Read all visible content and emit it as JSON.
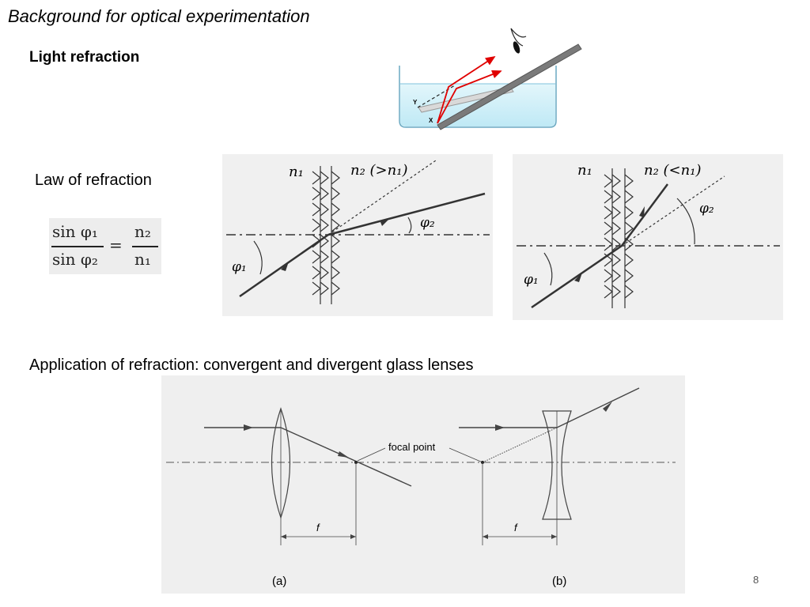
{
  "slide": {
    "title": "Background for optical experimentation",
    "subtitle": "Light refraction",
    "law_heading": "Law of refraction",
    "application_heading": "Application of refraction: convergent and divergent glass lenses",
    "page_number": "8"
  },
  "formula": {
    "numerator_left": "sin φ₁",
    "denominator_left": "sin φ₂",
    "equals": "=",
    "numerator_right": "n₂",
    "denominator_right": "n₁"
  },
  "tank_figure": {
    "label_y": "Y",
    "label_x": "X"
  },
  "refraction_figure_1": {
    "n1": "n₁",
    "n2": "n₂ (>n₁)",
    "angle1": "φ₁",
    "angle2": "φ₂"
  },
  "refraction_figure_2": {
    "n1": "n₁",
    "n2": "n₂ (<n₁)",
    "angle1": "φ₁",
    "angle2": "φ₂"
  },
  "lens_figure": {
    "focal_point_label": "focal point",
    "focal_length_a": "f",
    "focal_length_b": "f",
    "label_a": "(a)",
    "label_b": "(b)"
  }
}
